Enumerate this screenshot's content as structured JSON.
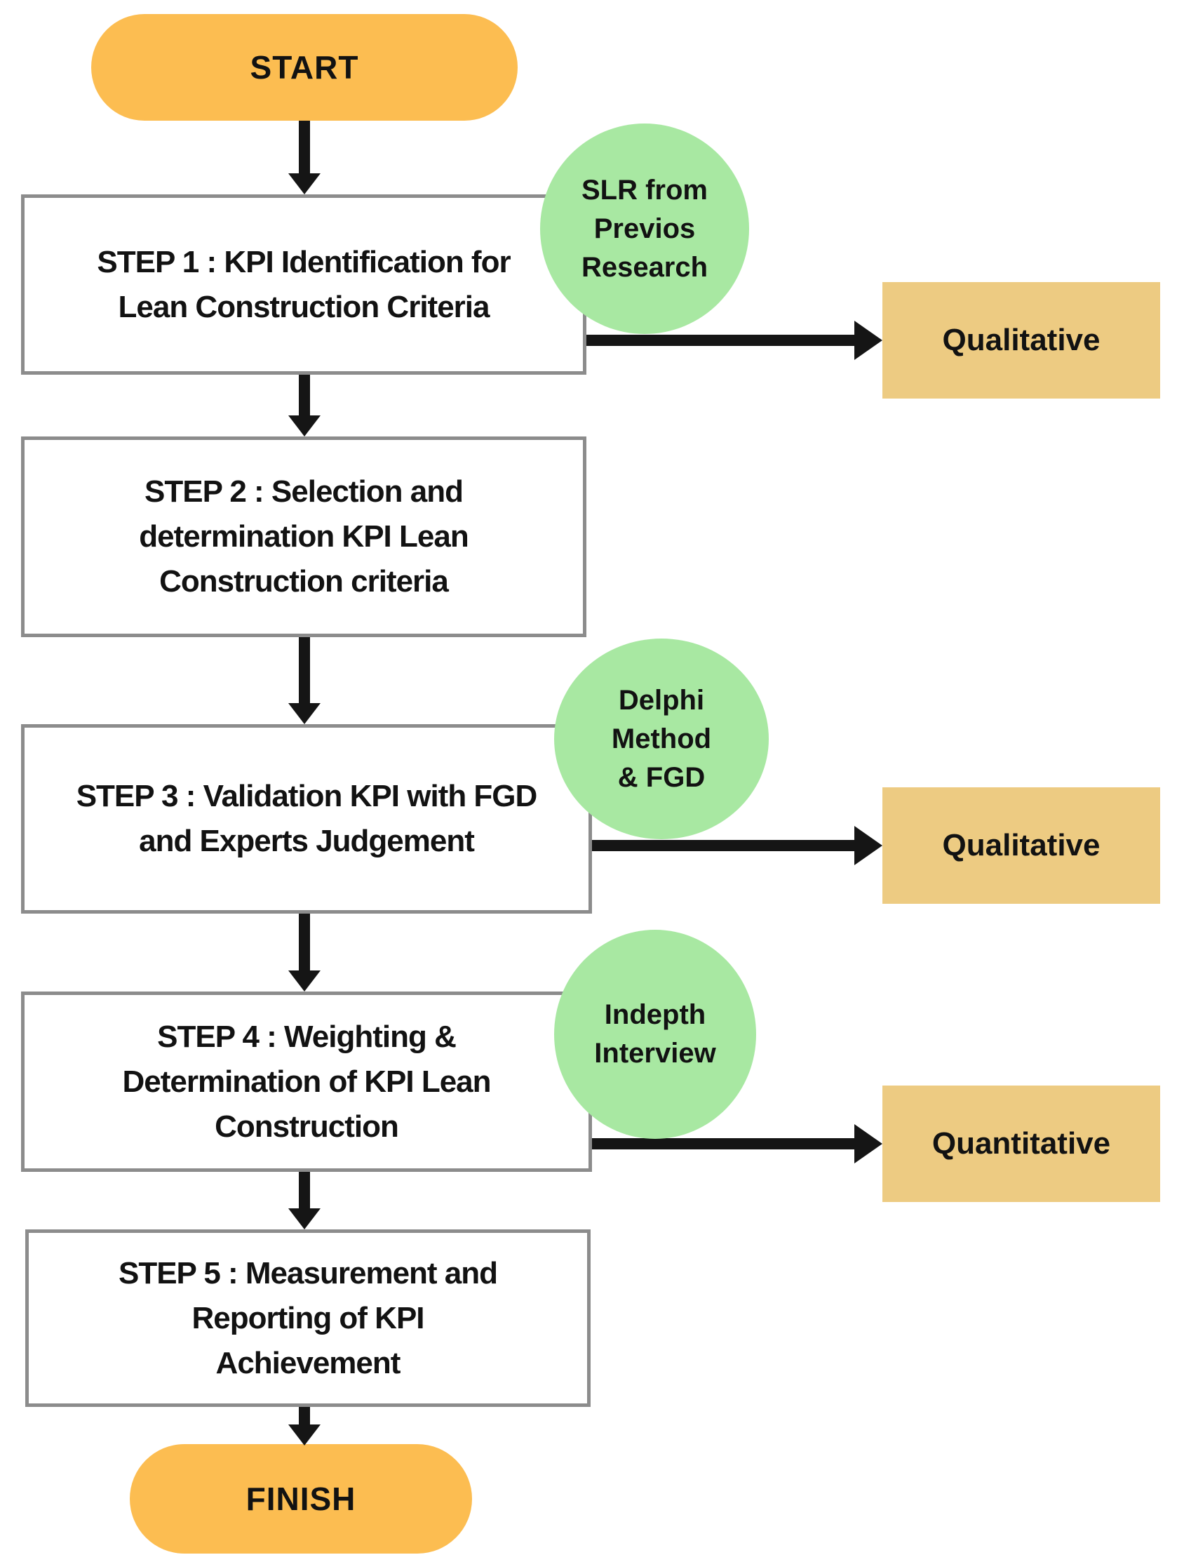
{
  "diagram": {
    "start": {
      "label": "START"
    },
    "finish": {
      "label": "FINISH"
    },
    "steps": {
      "step1": {
        "line1": "STEP 1 : KPI Identification for",
        "line2": "Lean Construction Criteria"
      },
      "step2": {
        "line1": "STEP 2 : Selection and",
        "line2": "determination KPI Lean",
        "line3": "Construction criteria"
      },
      "step3": {
        "line1": "STEP 3 : Validation KPI with FGD",
        "line2": "and Experts Judgement"
      },
      "step4": {
        "line1": "STEP 4 : Weighting &",
        "line2": "Determination of  KPI Lean",
        "line3": "Construction"
      },
      "step5": {
        "line1": "STEP 5 : Measurement and",
        "line2": "Reporting of KPI",
        "line3": "Achievement"
      }
    },
    "bubbles": {
      "bubble1": {
        "line1": "SLR from",
        "line2": "Previos",
        "line3": "Research"
      },
      "bubble2": {
        "line1": "Delphi",
        "line2": "Method",
        "line3": "& FGD"
      },
      "bubble3": {
        "line1": "Indepth",
        "line2": "Interview"
      }
    },
    "outputs": {
      "output1": {
        "label": "Qualitative"
      },
      "output2": {
        "label": "Qualitative"
      },
      "output3": {
        "label": "Quantitative"
      }
    },
    "colors": {
      "terminal": "#FCBD51",
      "bubble": "#A8E8A2",
      "output": "#EDCB82",
      "boxborder": "#8C8C8C",
      "arrow": "#151515"
    }
  }
}
